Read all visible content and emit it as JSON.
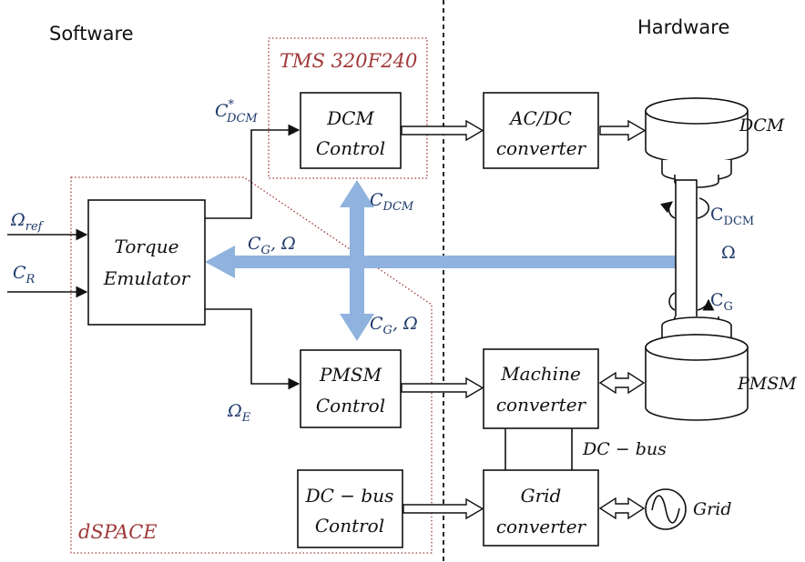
{
  "regions": {
    "software": "Software",
    "hardware": "Hardware",
    "tms": "TMS 320F240",
    "dspace": "dSPACE"
  },
  "blocks": {
    "torque_emulator": [
      "Torque",
      "Emulator"
    ],
    "dcm_control": [
      "DCM",
      "Control"
    ],
    "pmsm_control": [
      "PMSM",
      "Control"
    ],
    "dcbus_control": [
      "DC − bus",
      "Control"
    ],
    "acdc_converter": [
      "AC/DC",
      "converter"
    ],
    "machine_converter": [
      "Machine",
      "converter"
    ],
    "grid_converter": [
      "Grid",
      "converter"
    ]
  },
  "hardware_labels": {
    "dcm": "DCM",
    "pmsm": "PMSM",
    "grid": "Grid",
    "dc_bus": "DC − bus"
  },
  "signals": {
    "omega_ref": {
      "main": "Ω",
      "sub": "ref"
    },
    "c_r": {
      "main": "C",
      "sub": "R"
    },
    "c_dcm_star": {
      "main": "C",
      "sup": "*",
      "sub": "DCM"
    },
    "omega_e": {
      "main": "Ω",
      "sub": "E"
    },
    "c_dcm_bus": {
      "main": "C",
      "sub": "DCM"
    },
    "cg_omega_top": {
      "main": "C",
      "sub": "G",
      "tail": ", Ω"
    },
    "cg_omega_bottom": {
      "main": "C",
      "sub": "G",
      "tail": ", Ω"
    },
    "c_dcm_shaft": {
      "main": "C",
      "sub": "DCM"
    },
    "omega_shaft": {
      "main": "Ω"
    },
    "c_g_shaft": {
      "main": "C",
      "sub": "G"
    }
  },
  "colors": {
    "bus": "#8fb3de",
    "signal_text": "#1f3a6b",
    "region_border": "#a0393a"
  }
}
